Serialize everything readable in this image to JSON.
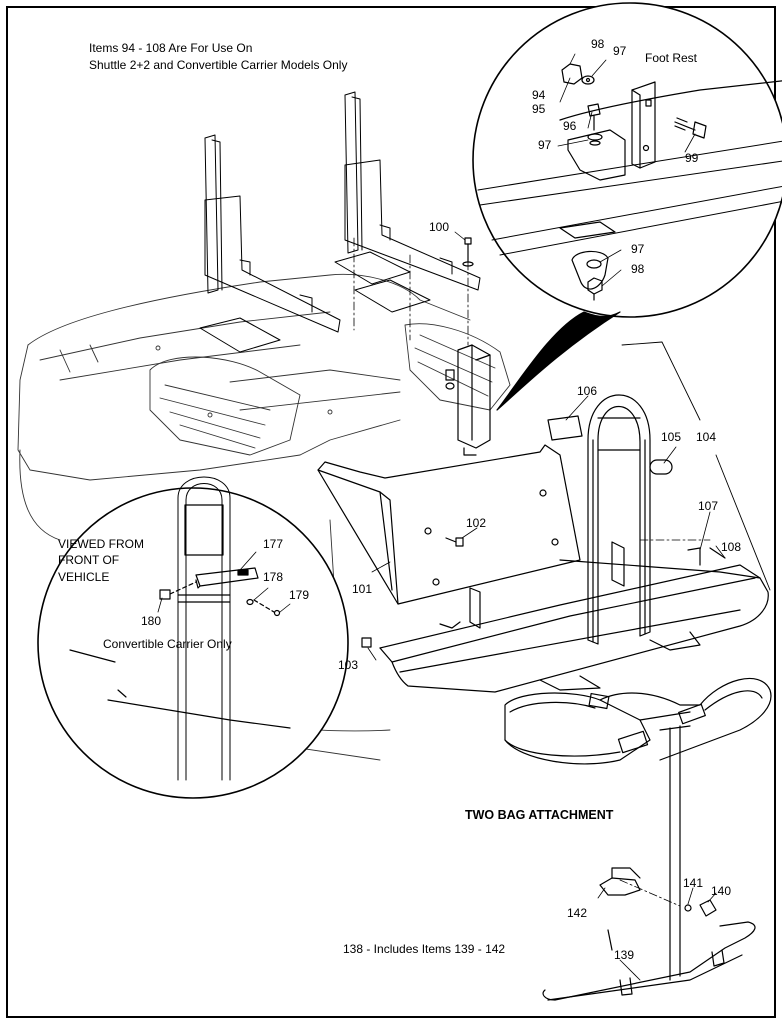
{
  "header_note": {
    "line1": "Items 94 - 108 Are For Use On",
    "line2": "Shuttle 2+2 and Convertible Carrier Models Only"
  },
  "detail_top": {
    "title": "Foot Rest",
    "callouts": [
      "98",
      "97",
      "94",
      "95",
      "96",
      "97",
      "99",
      "97",
      "98"
    ]
  },
  "detail_left": {
    "view_line1": "VIEWED FROM",
    "view_line2": "FRONT OF",
    "view_line3": "VEHICLE",
    "caption": "Convertible Carrier Only",
    "callouts": [
      "177",
      "178",
      "179",
      "180"
    ]
  },
  "main_callouts": [
    "100",
    "101",
    "102",
    "103",
    "104",
    "105",
    "106",
    "107",
    "108",
    "139",
    "140",
    "141",
    "142"
  ],
  "two_bag_title": "TWO BAG ATTACHMENT",
  "includes_note": "138 - Includes Items 139 - 142"
}
